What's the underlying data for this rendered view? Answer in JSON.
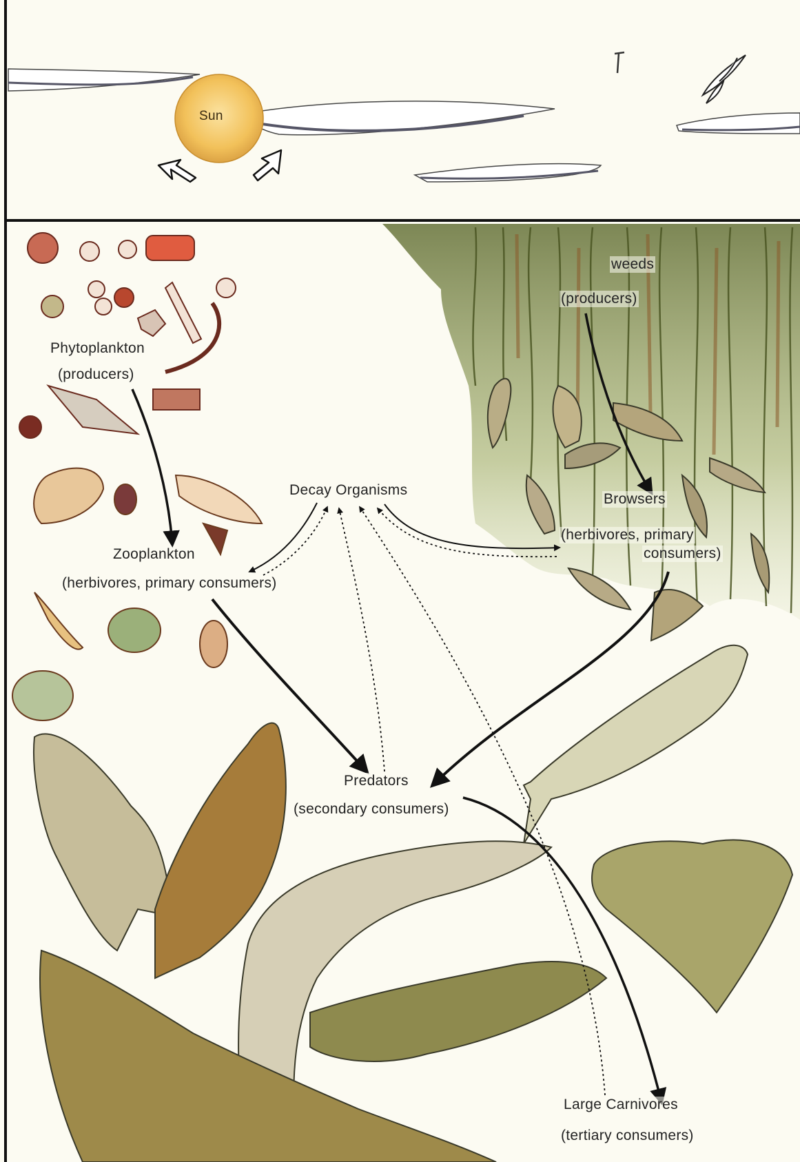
{
  "sky": {
    "sun_label": "Sun"
  },
  "nodes": {
    "phytoplankton": {
      "name": "Phytoplankton",
      "role": "(producers)"
    },
    "weeds": {
      "name": "weeds",
      "role": "(producers)"
    },
    "decay": {
      "name": "Decay Organisms"
    },
    "zooplankton": {
      "name": "Zooplankton",
      "role": "(herbivores, primary consumers)"
    },
    "browsers": {
      "name": "Browsers",
      "role_line1": "(herbivores, primary",
      "role_line2": "consumers)"
    },
    "predators": {
      "name": "Predators",
      "role": "(secondary consumers)"
    },
    "large_carnivores": {
      "name": "Large Carnivores",
      "role": "(tertiary consumers)"
    }
  },
  "colors": {
    "background": "#fcfbf2",
    "sun": "#f2c15a",
    "water_line": "#111111",
    "weeds": "#7e8a3c",
    "fish": "#b9a97a",
    "arrow": "#111111"
  }
}
